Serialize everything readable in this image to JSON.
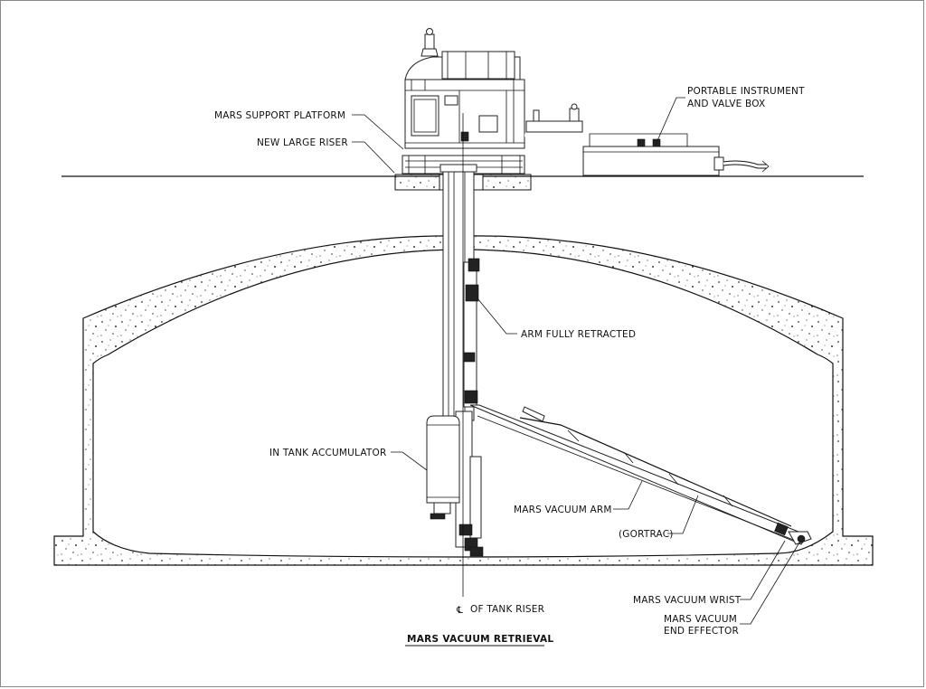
{
  "title": "MARS VACUUM RETRIEVAL",
  "labels": {
    "support_platform": "MARS SUPPORT PLATFORM",
    "new_riser": "NEW LARGE RISER",
    "instrument_box_1": "PORTABLE INSTRUMENT",
    "instrument_box_2": "AND VALVE BOX",
    "arm_retracted": "ARM FULLY RETRACTED",
    "accumulator": "IN TANK ACCUMULATOR",
    "vacuum_arm": "MARS VACUUM ARM",
    "gortrac": "(GORTRAC)",
    "riser_centerline_symbol": "℄",
    "riser_centerline": "OF TANK RISER",
    "wrist": "MARS VACUUM WRIST",
    "end_effector_1": "MARS VACUUM",
    "end_effector_2": "END EFFECTOR"
  },
  "colors": {
    "line": "#111111",
    "concrete_fill": "#ffffff",
    "background": "#ffffff"
  }
}
